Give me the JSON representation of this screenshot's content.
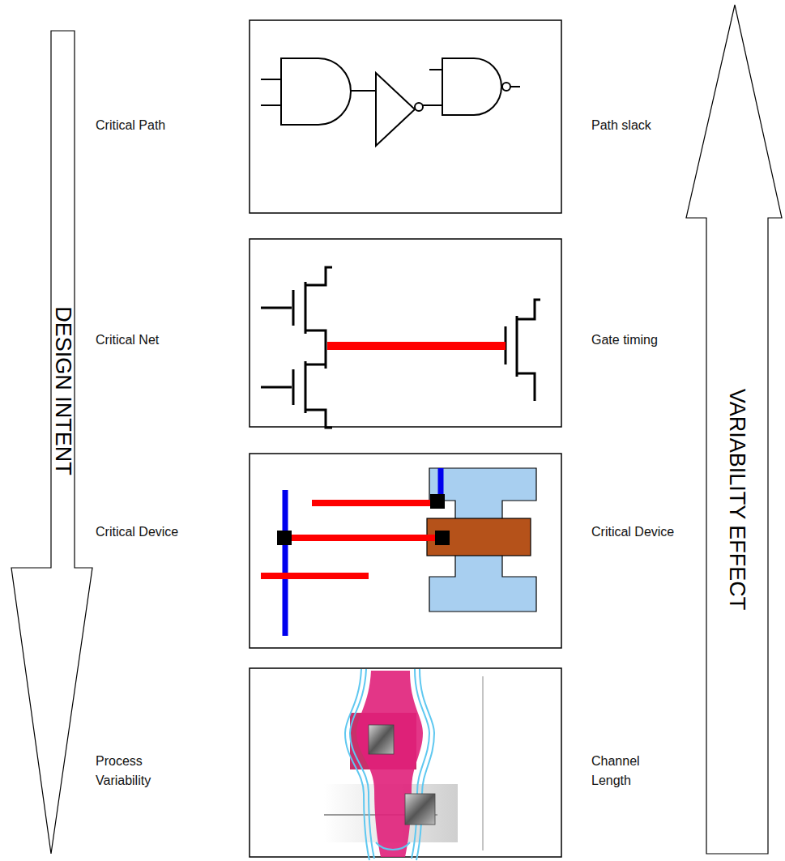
{
  "diagram": {
    "nodes": [
      {
        "text": [
          "DESIGN INTENT"
        ]
      },
      {
        "text": [
          "VARIABILITY EFFECT"
        ]
      }
    ],
    "labels": [
      "Critical Path",
      "Path slack",
      "Critical Net",
      "Gate timing",
      "Critical Device",
      "Critical Device",
      "Process Variability",
      "Channel Length"
    ]
  }
}
